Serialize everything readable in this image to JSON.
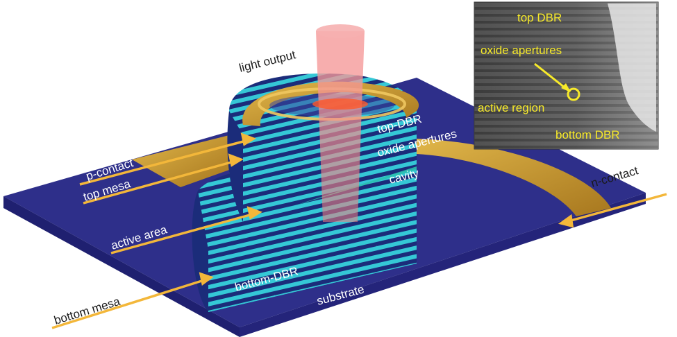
{
  "diagram": {
    "labels": {
      "light_output": "light output",
      "top_dbr": "top-DBR",
      "oxide_apertures": "oxide apertures",
      "cavity": "cavity",
      "p_contact": "p-contact",
      "top_mesa": "top mesa",
      "active_area": "active area",
      "bottom_dbr": "bottom-DBR",
      "substrate": "substrate",
      "bottom_mesa": "bottom mesa",
      "n_contact": "n-contact"
    },
    "inset": {
      "top_dbr": "top DBR",
      "oxide_apertures": "oxide apertures",
      "active_region": "active region",
      "bottom_dbr": "bottom DBR"
    },
    "colors": {
      "substrate_top": "#2e2f8a",
      "substrate_side": "#1f2070",
      "gold": "#c89a2c",
      "dbr_cyan": "#35c8d6",
      "dbr_dark": "#1b2c7a",
      "beam": "#f28a8a",
      "arrow": "#f3b73a",
      "inset_text": "#f7ea2a"
    }
  }
}
